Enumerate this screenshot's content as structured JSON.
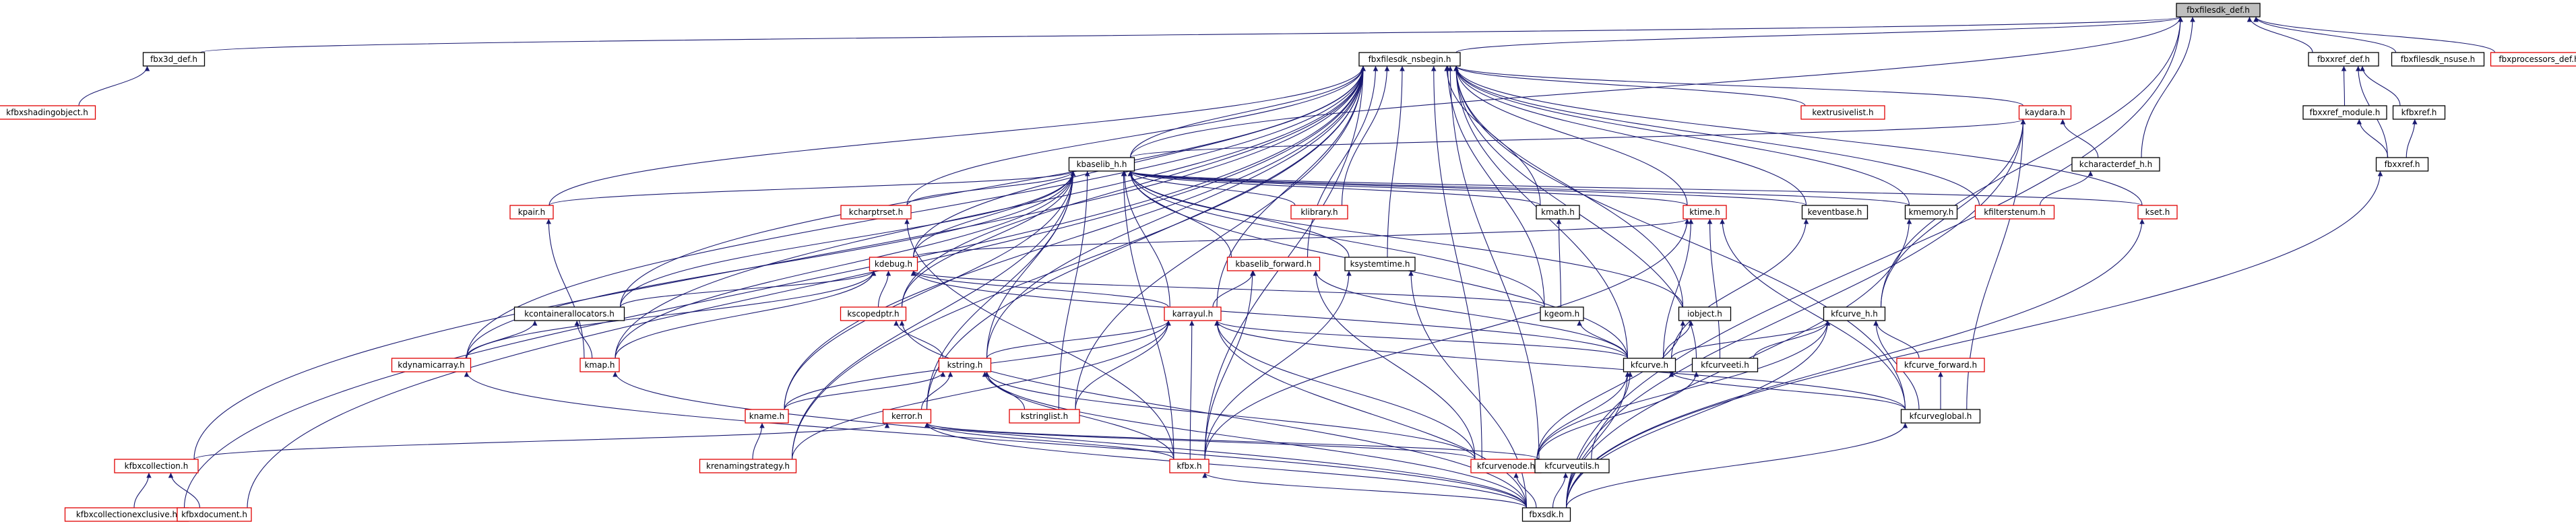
{
  "graph": {
    "colors": {
      "edge": "#191970",
      "node_border": "#000000",
      "missing_border": "#e00000",
      "root_fill": "#bfbfbf"
    },
    "nodes": [
      {
        "id": "fbxfilesdk_def",
        "label": "fbxfilesdk_def.h",
        "style": "root"
      },
      {
        "id": "fbx3d_def",
        "label": "fbx3d_def.h",
        "style": "black"
      },
      {
        "id": "kfbxshadingobject",
        "label": "kfbxshadingobject.h",
        "style": "red"
      },
      {
        "id": "fbxfilesdk_nsbegin",
        "label": "fbxfilesdk_nsbegin.h",
        "style": "black"
      },
      {
        "id": "fbxxref_def",
        "label": "fbxxref_def.h",
        "style": "black"
      },
      {
        "id": "fbxfilesdk_nsuse",
        "label": "fbxfilesdk_nsuse.h",
        "style": "black"
      },
      {
        "id": "fbxprocessors_def",
        "label": "fbxprocessors_def.h",
        "style": "red"
      },
      {
        "id": "kextrusivelist",
        "label": "kextrusivelist.h",
        "style": "red"
      },
      {
        "id": "kaydara",
        "label": "kaydara.h",
        "style": "red"
      },
      {
        "id": "fbxxref_module",
        "label": "fbxxref_module.h",
        "style": "black"
      },
      {
        "id": "kfbxref",
        "label": "kfbxref.h",
        "style": "black"
      },
      {
        "id": "kbaselib_h",
        "label": "kbaselib_h.h",
        "style": "black"
      },
      {
        "id": "kcharacterdef_h",
        "label": "kcharacterdef_h.h",
        "style": "black"
      },
      {
        "id": "fbxxref",
        "label": "fbxxref.h",
        "style": "black"
      },
      {
        "id": "kpair",
        "label": "kpair.h",
        "style": "red"
      },
      {
        "id": "kcharptrset",
        "label": "kcharptrset.h",
        "style": "red"
      },
      {
        "id": "klibrary",
        "label": "klibrary.h",
        "style": "red"
      },
      {
        "id": "kmath",
        "label": "kmath.h",
        "style": "black"
      },
      {
        "id": "ktime",
        "label": "ktime.h",
        "style": "red"
      },
      {
        "id": "keventbase",
        "label": "keventbase.h",
        "style": "black"
      },
      {
        "id": "kmemory",
        "label": "kmemory.h",
        "style": "black"
      },
      {
        "id": "kfilterstenum",
        "label": "kfilterstenum.h",
        "style": "red"
      },
      {
        "id": "kset",
        "label": "kset.h",
        "style": "red"
      },
      {
        "id": "kdebug",
        "label": "kdebug.h",
        "style": "red"
      },
      {
        "id": "kbaselib_forward",
        "label": "kbaselib_forward.h",
        "style": "red"
      },
      {
        "id": "ksystemtime",
        "label": "ksystemtime.h",
        "style": "black"
      },
      {
        "id": "kcontainerallocators",
        "label": "kcontainerallocators.h",
        "style": "black"
      },
      {
        "id": "kscopedptr",
        "label": "kscopedptr.h",
        "style": "red"
      },
      {
        "id": "karrayul",
        "label": "karrayul.h",
        "style": "red"
      },
      {
        "id": "kgeom",
        "label": "kgeom.h",
        "style": "black"
      },
      {
        "id": "iobject",
        "label": "iobject.h",
        "style": "black"
      },
      {
        "id": "kfcurve_h",
        "label": "kfcurve_h.h",
        "style": "black"
      },
      {
        "id": "kdynamicarray",
        "label": "kdynamicarray.h",
        "style": "red"
      },
      {
        "id": "kmap",
        "label": "kmap.h",
        "style": "red"
      },
      {
        "id": "kstring",
        "label": "kstring.h",
        "style": "red"
      },
      {
        "id": "kfcurve",
        "label": "kfcurve.h",
        "style": "black"
      },
      {
        "id": "kfcurveeti",
        "label": "kfcurveeti.h",
        "style": "black"
      },
      {
        "id": "kfcurve_forward",
        "label": "kfcurve_forward.h",
        "style": "red"
      },
      {
        "id": "kname",
        "label": "kname.h",
        "style": "red"
      },
      {
        "id": "kstringlist",
        "label": "kstringlist.h",
        "style": "red"
      },
      {
        "id": "kerror",
        "label": "kerror.h",
        "style": "red"
      },
      {
        "id": "kfcurveglobal",
        "label": "kfcurveglobal.h",
        "style": "black"
      },
      {
        "id": "kfbxcollection",
        "label": "kfbxcollection.h",
        "style": "red"
      },
      {
        "id": "krenamingstrategy",
        "label": "krenamingstrategy.h",
        "style": "red"
      },
      {
        "id": "kfbx",
        "label": "kfbx.h",
        "style": "red"
      },
      {
        "id": "kfcurvenode",
        "label": "kfcurvenode.h",
        "style": "red"
      },
      {
        "id": "kfcurveutils",
        "label": "kfcurveutils.h",
        "style": "black"
      },
      {
        "id": "kfbxcollectionexclusive",
        "label": "kfbxcollectionexclusive.h",
        "style": "red"
      },
      {
        "id": "kfbxdocument",
        "label": "kfbxdocument.h",
        "style": "red"
      },
      {
        "id": "fbxsdk",
        "label": "fbxsdk.h",
        "style": "black"
      }
    ],
    "edges": [
      [
        "fbx3d_def",
        "fbxfilesdk_def"
      ],
      [
        "fbxfilesdk_nsbegin",
        "fbxfilesdk_def"
      ],
      [
        "fbxxref_def",
        "fbxfilesdk_def"
      ],
      [
        "fbxfilesdk_nsuse",
        "fbxfilesdk_def"
      ],
      [
        "fbxprocessors_def",
        "fbxfilesdk_def"
      ],
      [
        "kcharacterdef_h",
        "fbxfilesdk_def"
      ],
      [
        "kfcurve_h",
        "fbxfilesdk_def"
      ],
      [
        "fbxsdk",
        "fbxfilesdk_def"
      ],
      [
        "kbaselib_h",
        "fbxfilesdk_def"
      ],
      [
        "kfbxshadingobject",
        "fbx3d_def"
      ],
      [
        "kextrusivelist",
        "fbxfilesdk_nsbegin"
      ],
      [
        "kaydara",
        "fbxfilesdk_nsbegin"
      ],
      [
        "kbaselib_h",
        "fbxfilesdk_nsbegin"
      ],
      [
        "kpair",
        "fbxfilesdk_nsbegin"
      ],
      [
        "kcharptrset",
        "fbxfilesdk_nsbegin"
      ],
      [
        "klibrary",
        "fbxfilesdk_nsbegin"
      ],
      [
        "kmath",
        "fbxfilesdk_nsbegin"
      ],
      [
        "ktime",
        "fbxfilesdk_nsbegin"
      ],
      [
        "keventbase",
        "fbxfilesdk_nsbegin"
      ],
      [
        "kmemory",
        "fbxfilesdk_nsbegin"
      ],
      [
        "kfilterstenum",
        "fbxfilesdk_nsbegin"
      ],
      [
        "kset",
        "fbxfilesdk_nsbegin"
      ],
      [
        "kdebug",
        "fbxfilesdk_nsbegin"
      ],
      [
        "kbaselib_forward",
        "fbxfilesdk_nsbegin"
      ],
      [
        "ksystemtime",
        "fbxfilesdk_nsbegin"
      ],
      [
        "kcontainerallocators",
        "fbxfilesdk_nsbegin"
      ],
      [
        "kscopedptr",
        "fbxfilesdk_nsbegin"
      ],
      [
        "karrayul",
        "fbxfilesdk_nsbegin"
      ],
      [
        "kgeom",
        "fbxfilesdk_nsbegin"
      ],
      [
        "iobject",
        "fbxfilesdk_nsbegin"
      ],
      [
        "kdynamicarray",
        "fbxfilesdk_nsbegin"
      ],
      [
        "kmap",
        "fbxfilesdk_nsbegin"
      ],
      [
        "kstring",
        "fbxfilesdk_nsbegin"
      ],
      [
        "kfcurve",
        "fbxfilesdk_nsbegin"
      ],
      [
        "kfcurveeti",
        "fbxfilesdk_nsbegin"
      ],
      [
        "kname",
        "fbxfilesdk_nsbegin"
      ],
      [
        "kstringlist",
        "fbxfilesdk_nsbegin"
      ],
      [
        "kerror",
        "fbxfilesdk_nsbegin"
      ],
      [
        "kfcurveglobal",
        "fbxfilesdk_nsbegin"
      ],
      [
        "kfbxcollection",
        "fbxfilesdk_nsbegin"
      ],
      [
        "krenamingstrategy",
        "fbxfilesdk_nsbegin"
      ],
      [
        "kfbx",
        "fbxfilesdk_nsbegin"
      ],
      [
        "kfcurvenode",
        "fbxfilesdk_nsbegin"
      ],
      [
        "kfcurveutils",
        "fbxfilesdk_nsbegin"
      ],
      [
        "kfbxcollectionexclusive",
        "fbxfilesdk_nsbegin"
      ],
      [
        "kfbxdocument",
        "fbxfilesdk_nsbegin"
      ],
      [
        "fbxxref_module",
        "fbxxref_def"
      ],
      [
        "kfbxref",
        "fbxxref_def"
      ],
      [
        "fbxxref",
        "fbxxref_def"
      ],
      [
        "fbxxref",
        "fbxxref_module"
      ],
      [
        "fbxxref",
        "kfbxref"
      ],
      [
        "fbxsdk",
        "fbxxref"
      ],
      [
        "kbaselib_h",
        "kaydara"
      ],
      [
        "kcharacterdef_h",
        "kaydara"
      ],
      [
        "kfcurve_h",
        "kaydara"
      ],
      [
        "kfcurveglobal",
        "kaydara"
      ],
      [
        "fbxsdk",
        "kaydara"
      ],
      [
        "kfilterstenum",
        "kcharacterdef_h"
      ],
      [
        "kpair",
        "kbaselib_h"
      ],
      [
        "kcharptrset",
        "kbaselib_h"
      ],
      [
        "klibrary",
        "kbaselib_h"
      ],
      [
        "kmath",
        "kbaselib_h"
      ],
      [
        "ktime",
        "kbaselib_h"
      ],
      [
        "keventbase",
        "kbaselib_h"
      ],
      [
        "kmemory",
        "kbaselib_h"
      ],
      [
        "kset",
        "kbaselib_h"
      ],
      [
        "kdebug",
        "kbaselib_h"
      ],
      [
        "kbaselib_forward",
        "kbaselib_h"
      ],
      [
        "ksystemtime",
        "kbaselib_h"
      ],
      [
        "kcontainerallocators",
        "kbaselib_h"
      ],
      [
        "kscopedptr",
        "kbaselib_h"
      ],
      [
        "karrayul",
        "kbaselib_h"
      ],
      [
        "kgeom",
        "kbaselib_h"
      ],
      [
        "iobject",
        "kbaselib_h"
      ],
      [
        "kdynamicarray",
        "kbaselib_h"
      ],
      [
        "kmap",
        "kbaselib_h"
      ],
      [
        "kstring",
        "kbaselib_h"
      ],
      [
        "kname",
        "kbaselib_h"
      ],
      [
        "kstringlist",
        "kbaselib_h"
      ],
      [
        "kerror",
        "kbaselib_h"
      ],
      [
        "krenamingstrategy",
        "kbaselib_h"
      ],
      [
        "kfbx",
        "kbaselib_h"
      ],
      [
        "kfcurve",
        "kbaselib_h"
      ],
      [
        "kmap",
        "kpair"
      ],
      [
        "kfbx",
        "kcharptrset"
      ],
      [
        "kgeom",
        "kmath"
      ],
      [
        "kdebug",
        "ktime"
      ],
      [
        "kfcurve",
        "ktime"
      ],
      [
        "kfcurveeti",
        "ktime"
      ],
      [
        "kfcurveglobal",
        "ktime"
      ],
      [
        "kfbx",
        "ktime"
      ],
      [
        "kfcurve",
        "keventbase"
      ],
      [
        "fbxsdk",
        "kmemory"
      ],
      [
        "fbxsdk",
        "kset"
      ],
      [
        "kcontainerallocators",
        "kdebug"
      ],
      [
        "kscopedptr",
        "kdebug"
      ],
      [
        "karrayul",
        "kdebug"
      ],
      [
        "kgeom",
        "kdebug"
      ],
      [
        "kdynamicarray",
        "kdebug"
      ],
      [
        "kmap",
        "kdebug"
      ],
      [
        "kfcurve",
        "kdebug"
      ],
      [
        "karrayul",
        "kbaselib_forward"
      ],
      [
        "kfbx",
        "kbaselib_forward"
      ],
      [
        "kfcurve",
        "kbaselib_forward"
      ],
      [
        "kfcurvenode",
        "kbaselib_forward"
      ],
      [
        "kfbx",
        "ksystemtime"
      ],
      [
        "fbxsdk",
        "ksystemtime"
      ],
      [
        "kdynamicarray",
        "kcontainerallocators"
      ],
      [
        "kmap",
        "kcontainerallocators"
      ],
      [
        "kstring",
        "kscopedptr"
      ],
      [
        "fbxsdk",
        "kscopedptr"
      ],
      [
        "kstring",
        "karrayul"
      ],
      [
        "kname",
        "karrayul"
      ],
      [
        "kstringlist",
        "karrayul"
      ],
      [
        "kfbx",
        "karrayul"
      ],
      [
        "kfcurve",
        "karrayul"
      ],
      [
        "kfcurvenode",
        "karrayul"
      ],
      [
        "kfcurveglobal",
        "karrayul"
      ],
      [
        "fbxsdk",
        "karrayul"
      ],
      [
        "krenamingstrategy",
        "karrayul"
      ],
      [
        "kfcurve",
        "kgeom"
      ],
      [
        "kfcurve",
        "iobject"
      ],
      [
        "kfcurvenode",
        "iobject"
      ],
      [
        "kfcurve",
        "kfcurve_h"
      ],
      [
        "kfcurveeti",
        "kfcurve_h"
      ],
      [
        "kfcurve_forward",
        "kfcurve_h"
      ],
      [
        "kfcurvenode",
        "kfcurve_h"
      ],
      [
        "kfcurveglobal",
        "kfcurve_h"
      ],
      [
        "fbxsdk",
        "kfcurve_h"
      ],
      [
        "fbxsdk",
        "kdynamicarray"
      ],
      [
        "fbxsdk",
        "kmap"
      ],
      [
        "kname",
        "kstring"
      ],
      [
        "kstringlist",
        "kstring"
      ],
      [
        "kerror",
        "kstring"
      ],
      [
        "kfbx",
        "kstring"
      ],
      [
        "kfcurvenode",
        "kstring"
      ],
      [
        "fbxsdk",
        "kstring"
      ],
      [
        "kfcurveeti",
        "kfcurve"
      ],
      [
        "kfcurvenode",
        "kfcurve"
      ],
      [
        "kfcurveutils",
        "kfcurve"
      ],
      [
        "kfcurveglobal",
        "kfcurve"
      ],
      [
        "fbxsdk",
        "kfcurve"
      ],
      [
        "kfcurvenode",
        "kfcurveeti"
      ],
      [
        "kfcurveglobal",
        "kfcurve_forward"
      ],
      [
        "krenamingstrategy",
        "kname"
      ],
      [
        "kfbxcollection",
        "kerror"
      ],
      [
        "kfbx",
        "kerror"
      ],
      [
        "kfcurvenode",
        "kerror"
      ],
      [
        "kfcurveutils",
        "kerror"
      ],
      [
        "fbxsdk",
        "kerror"
      ],
      [
        "fbxsdk",
        "kfcurveglobal"
      ],
      [
        "kfbxcollectionexclusive",
        "kfbxcollection"
      ],
      [
        "kfbxdocument",
        "kfbxcollection"
      ],
      [
        "fbxsdk",
        "kfbx"
      ],
      [
        "fbxsdk",
        "kfcurvenode"
      ],
      [
        "fbxsdk",
        "kfcurveutils"
      ]
    ]
  }
}
